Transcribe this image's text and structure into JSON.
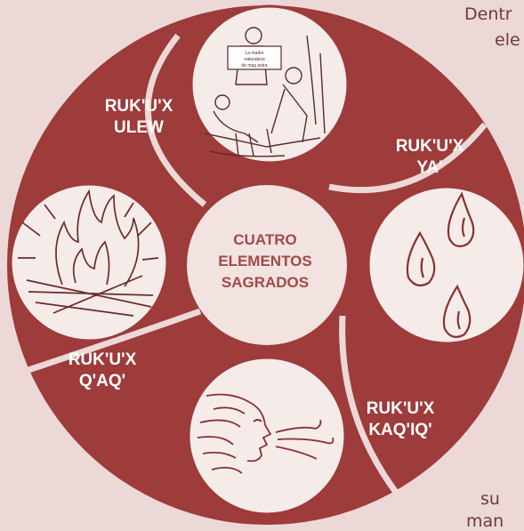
{
  "colors": {
    "background": "#ecd9d7",
    "ring": "#9e3b3b",
    "ring_dark": "#8b2f2f",
    "disc": "#f2e3e1",
    "center_text": "#a04a4a",
    "side_text": "#6e3a3a"
  },
  "side_text": {
    "top_line1": "Dentr",
    "top_line2": "ele",
    "bottom_line1": "su",
    "bottom_line2": "man"
  },
  "center": {
    "line1": "CUATRO",
    "line2": "ELEMENTOS",
    "line3": "SAGRADOS"
  },
  "elements": [
    {
      "line1": "RUK'U'X",
      "line2": "ULEW",
      "icon": "people-planting-icon",
      "sign_text": "La madre naturaleza de mag astra"
    },
    {
      "line1": "RUK'U'X",
      "line2": "YA'",
      "icon": "water-drops-icon"
    },
    {
      "line1": "RUK'U'X",
      "line2": "KAQ'IQ'",
      "icon": "wind-face-icon"
    },
    {
      "line1": "RUK'U'X",
      "line2": "Q'AQ'",
      "icon": "bonfire-icon"
    }
  ]
}
